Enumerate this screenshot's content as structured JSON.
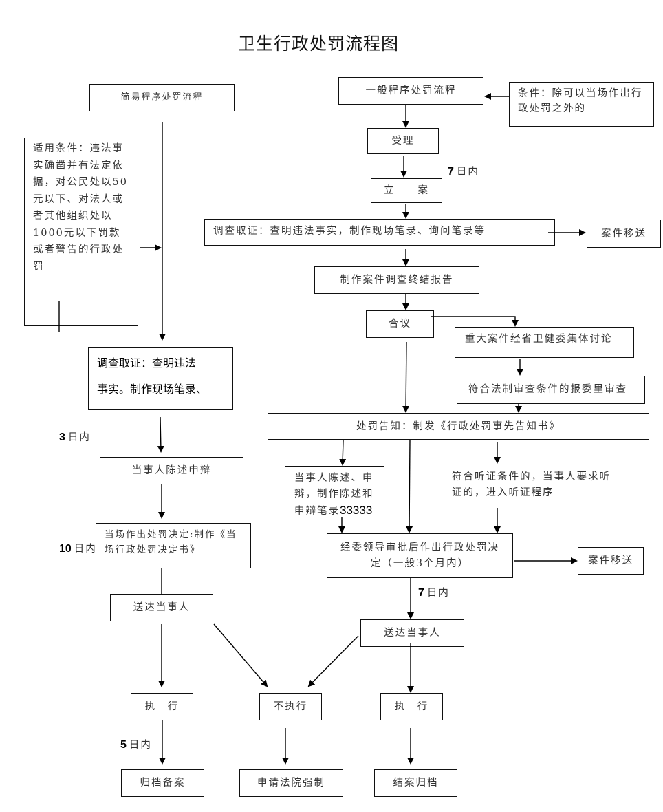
{
  "title": "卫生行政处罚流程图",
  "simple": {
    "header": "简易程序处罚流程",
    "condition": "适用条件：违法事实确凿并有法定依据，对公民处以50元以下、对法人或者其他组织处以1000元以下罚款或者警告的行政处罚",
    "investigate_line1": "调查取证：查明违法",
    "investigate_line2": "事实。制作现场笔录、",
    "note_3days": {
      "num": "3",
      "text": "日内"
    },
    "statement": "当事人陈述申辩",
    "note_10days": {
      "num": "10",
      "text": "日内"
    },
    "decision": "当场作出处罚决定:制作《当场行政处罚决定书》",
    "deliver": "送达当事人",
    "execute": "执　行",
    "note_5days": {
      "num": "5",
      "text": "日内"
    },
    "archive": "归档备案"
  },
  "general": {
    "header": "一般程序处罚流程",
    "condition": "条件：除可以当场作出行政处罚之外的",
    "accept": "受理",
    "note_7days_a": {
      "num": "7",
      "text": "日内"
    },
    "register": "立　　案",
    "investigate": "调查取证：查明违法事实，制作现场笔录、询问笔录等",
    "transfer_1": "案件移送",
    "report": "制作案件调查终结报告",
    "discuss": "合议",
    "major_case": "重大案件经省卫健委集体讨论",
    "legal_review": "符合法制审查条件的报委里审查",
    "notice": "处罚告知：制发《行政处罚事先告知书》",
    "statement": "当事人陈述、申辩，制作陈述和申辩笔录",
    "statement_suffix": "33333",
    "hearing": "符合听证条件的，当事人要求听证的，进入听证程序",
    "decision": "经委领导审批后作出行政处罚决定（一般3个月内）",
    "transfer_2": "案件移送",
    "note_7days_b": {
      "num": "7",
      "text": "日内"
    },
    "deliver": "送达当事人",
    "execute": "执　行",
    "close": "结案归档"
  },
  "shared": {
    "not_execute": "不执行",
    "court": "申请法院强制"
  }
}
